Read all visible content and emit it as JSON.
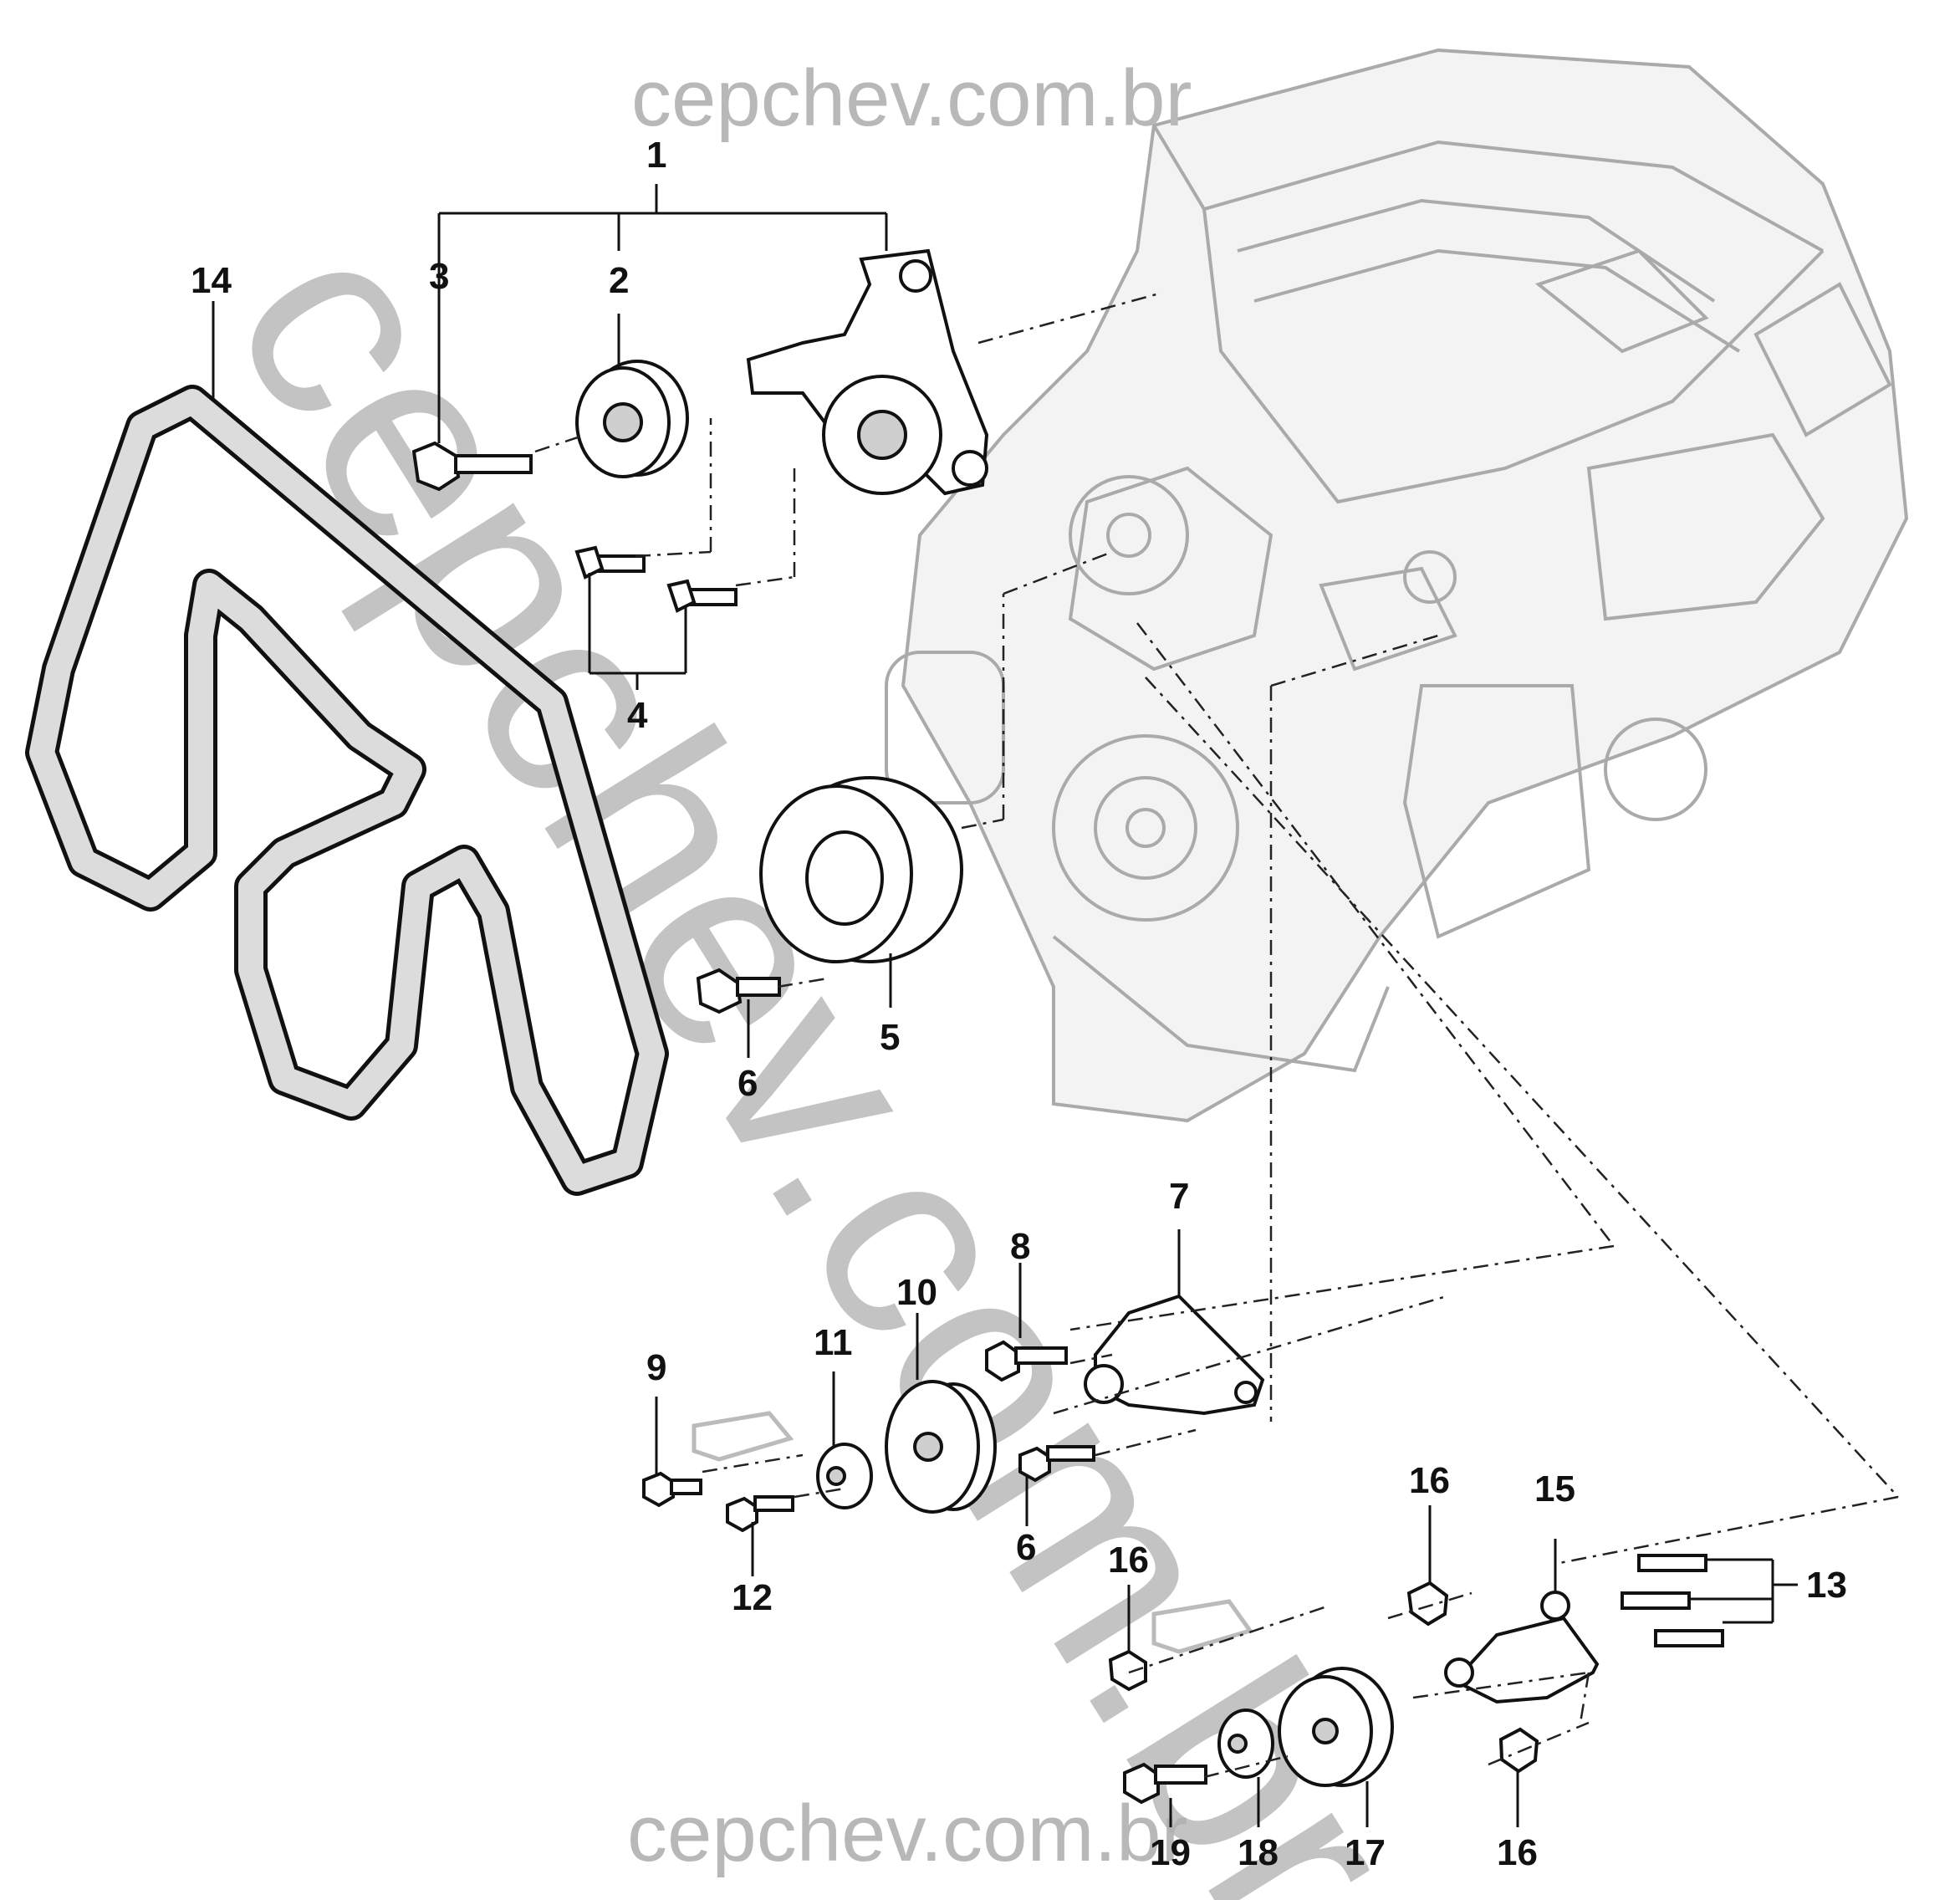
{
  "watermark": {
    "top": "cepchev.com.br",
    "bottom": "cepchev.com.br",
    "diagonal": "cepchev.com.br"
  },
  "callouts": {
    "c1": "1",
    "c2": "2",
    "c3": "3",
    "c4": "4",
    "c5": "5",
    "c6a": "6",
    "c6b": "6",
    "c7": "7",
    "c8": "8",
    "c9": "9",
    "c10": "10",
    "c11": "11",
    "c12": "12",
    "c13": "13",
    "c14": "14",
    "c15": "15",
    "c16a": "16",
    "c16b": "16",
    "c16c": "16",
    "c17": "17",
    "c18": "18",
    "c19": "19"
  },
  "colors": {
    "ink": "#111111",
    "engine": "#aaaaaa",
    "watermark": "#b8b8b8"
  }
}
